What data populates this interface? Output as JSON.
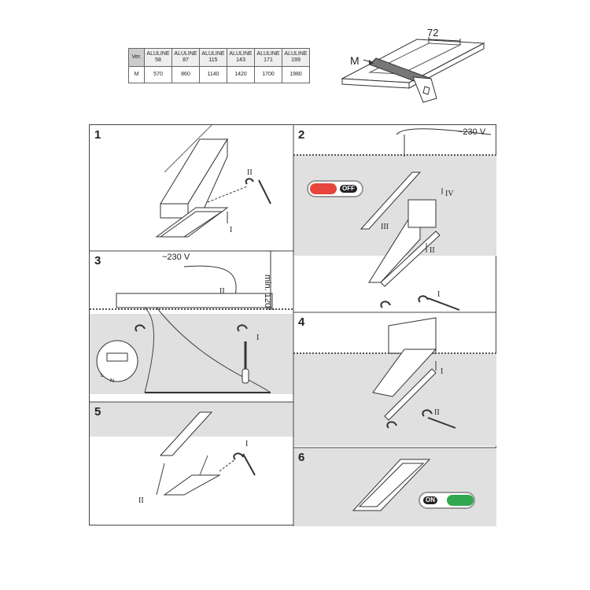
{
  "table": {
    "headers": [
      "Ver.",
      "ALULINE 58",
      "ALULINE 87",
      "ALULINE 115",
      "ALULINE 143",
      "ALULINE 171",
      "ALULINE 199"
    ],
    "row_label": "M",
    "values": [
      "570",
      "860",
      "1140",
      "1420",
      "1700",
      "1980"
    ]
  },
  "cut_diagram": {
    "dimension": "72",
    "label": "M"
  },
  "panels": [
    {
      "number": "1"
    },
    {
      "number": "2"
    },
    {
      "number": "3"
    },
    {
      "number": "4"
    },
    {
      "number": "5"
    },
    {
      "number": "6"
    }
  ],
  "annotations": {
    "voltage": "~230 V",
    "min_height": "min. 120",
    "step_i": "I",
    "step_ii": "II",
    "step_iii": "III",
    "step_iv": "IV",
    "wire_l": "L",
    "wire_n": "N"
  },
  "switches": {
    "off_label": "OFF",
    "on_label": "ON",
    "off_color": "#e8453c",
    "on_color": "#2fa84f"
  }
}
